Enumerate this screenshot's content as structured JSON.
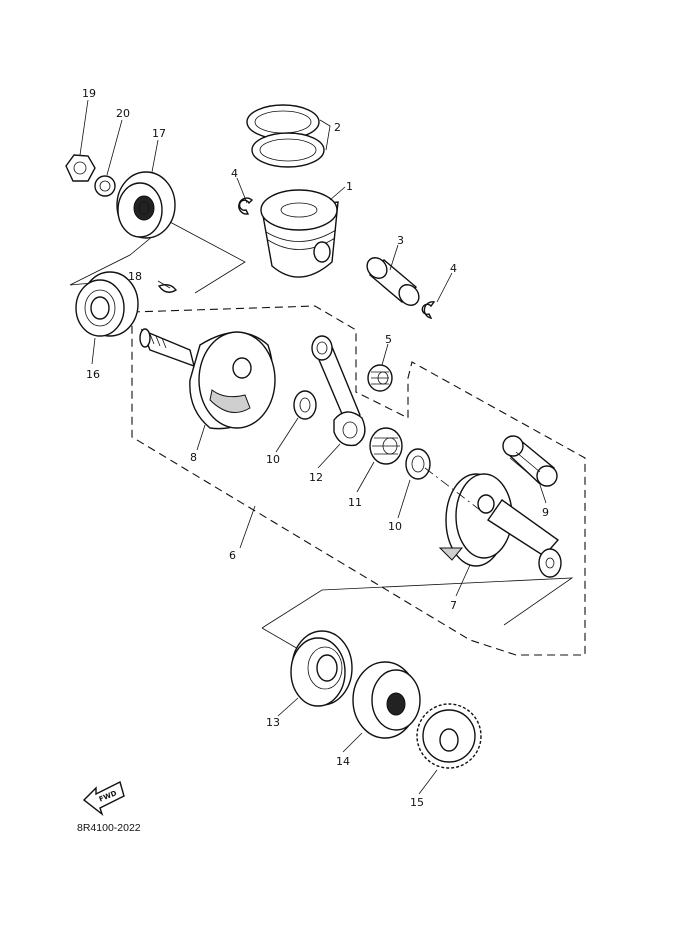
{
  "diagram": {
    "callouts": [
      {
        "id": "c1",
        "text": "1"
      },
      {
        "id": "c2",
        "text": "2"
      },
      {
        "id": "c3",
        "text": "3"
      },
      {
        "id": "c4a",
        "text": "4"
      },
      {
        "id": "c4b",
        "text": "4"
      },
      {
        "id": "c5",
        "text": "5"
      },
      {
        "id": "c6",
        "text": "6"
      },
      {
        "id": "c7",
        "text": "7"
      },
      {
        "id": "c8",
        "text": "8"
      },
      {
        "id": "c9",
        "text": "9"
      },
      {
        "id": "c10a",
        "text": "10"
      },
      {
        "id": "c10b",
        "text": "10"
      },
      {
        "id": "c11",
        "text": "11"
      },
      {
        "id": "c12",
        "text": "12"
      },
      {
        "id": "c13",
        "text": "13"
      },
      {
        "id": "c14",
        "text": "14"
      },
      {
        "id": "c15",
        "text": "15"
      },
      {
        "id": "c16",
        "text": "16"
      },
      {
        "id": "c17",
        "text": "17"
      },
      {
        "id": "c18",
        "text": "18"
      },
      {
        "id": "c19",
        "text": "19"
      },
      {
        "id": "c20",
        "text": "20"
      }
    ],
    "fwd_badge": "FWD",
    "drawing_code": "8R4100-2022"
  }
}
